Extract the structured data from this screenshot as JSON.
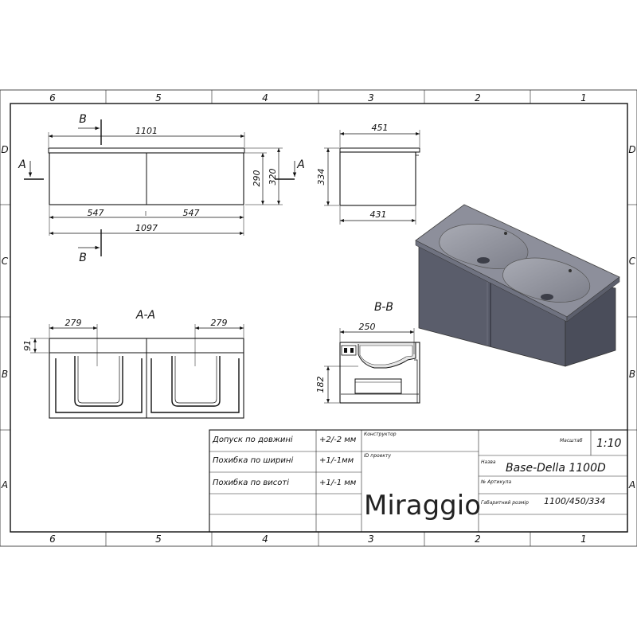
{
  "columns": [
    "6",
    "5",
    "4",
    "3",
    "2",
    "1"
  ],
  "rows": [
    "D",
    "C",
    "B",
    "A"
  ],
  "front_view": {
    "overall_top": "1101",
    "overall_bottom": "1097",
    "drawer_left": "547",
    "drawer_right": "547",
    "height_body": "290",
    "height_total": "320",
    "section_a": "A",
    "section_b": "B"
  },
  "side_view": {
    "width_top": "451",
    "width_bottom": "431",
    "height": "334"
  },
  "section_aa": {
    "label": "A-A",
    "dim_left": "279",
    "dim_right": "279",
    "depth": "91"
  },
  "section_bb": {
    "label": "B-B",
    "width": "250",
    "height": "182"
  },
  "title_block": {
    "tol_length_label": "Допуск по довжині",
    "tol_length_value": "+2/-2 мм",
    "tol_width_label": "Похибка по ширині",
    "tol_width_value": "+1/-1мм",
    "tol_height_label": "Похибка по висоті",
    "tol_height_value": "+1/-1 мм",
    "designer_label": "Конструктор",
    "project_id_label": "ID проекту",
    "brand": "Miraggio",
    "scale_label": "Масштаб",
    "scale_value": "1:10",
    "name_label": "Назва",
    "name_value": "Base-Della 1100D",
    "article_label": "№ Артикула",
    "size_label": "Габаритний розмір",
    "size_value": "1100/450/334"
  },
  "colors": {
    "cabinet": "#5f6270",
    "basin_top": "#8c8e99",
    "basin_bowl": "#9fa1ab",
    "cabinet_side": "#4c4f5c"
  }
}
